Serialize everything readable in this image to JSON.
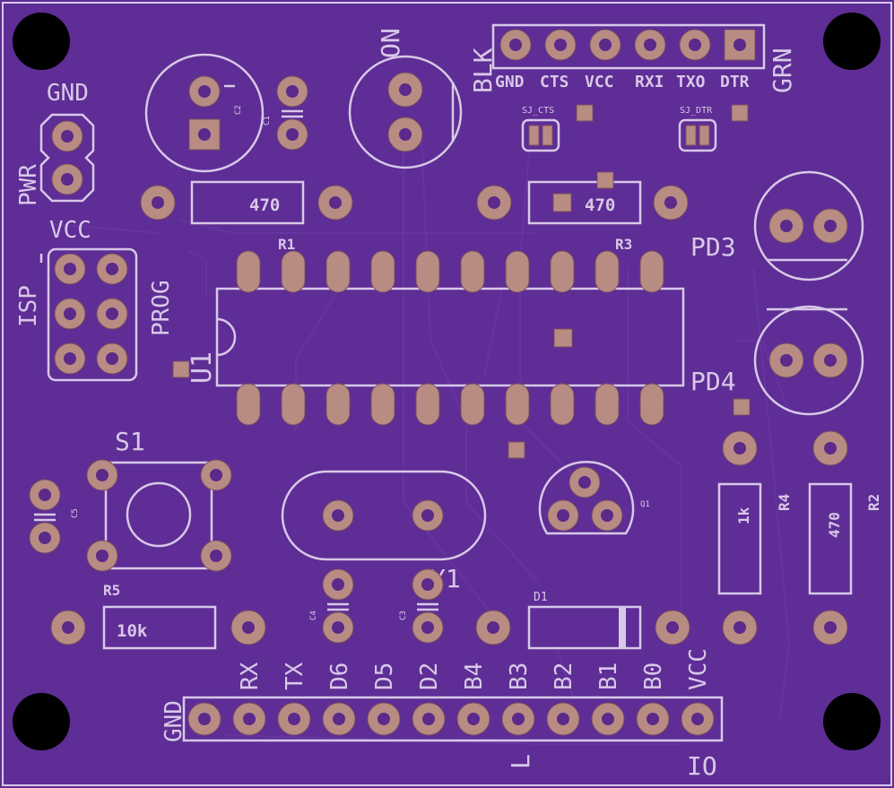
{
  "board": {
    "background": "#5e2d95",
    "silkscreen": "#d8c8e8",
    "copper": "#b88c82"
  },
  "labels": {
    "gnd_top": "GND",
    "pwr": "PWR",
    "vcc_left": "VCC",
    "isp": "ISP",
    "prog": "PROG",
    "on": "ON",
    "blk": "BLK",
    "grn": "GRN",
    "ftdi_pins": [
      "GND",
      "CTS",
      "VCC",
      "RXI",
      "TXO",
      "DTR"
    ],
    "sj_cts": "SJ_CTS",
    "sj_dtr": "SJ_DTR",
    "c1": "C1",
    "c2": "C2",
    "c3": "C3",
    "c4": "C4",
    "c5": "C5",
    "r1": "R1",
    "r1_value": "470",
    "r3": "R3",
    "r3_value": "470",
    "r2": "R2",
    "r2_value": "470",
    "r4": "R4",
    "r4_value": "1k",
    "r5": "R5",
    "r5_value": "10k",
    "u1": "U1",
    "s1": "S1",
    "pd3": "PD3",
    "pd4": "PD4",
    "q1": "Q1",
    "d1": "D1",
    "y1": "Y1",
    "io": "IO",
    "io_pins": [
      "GND",
      "RX",
      "TX",
      "D6",
      "D5",
      "D2",
      "B4",
      "B3",
      "B2",
      "B1",
      "B0",
      "VCC"
    ],
    "l_mark": "L"
  }
}
